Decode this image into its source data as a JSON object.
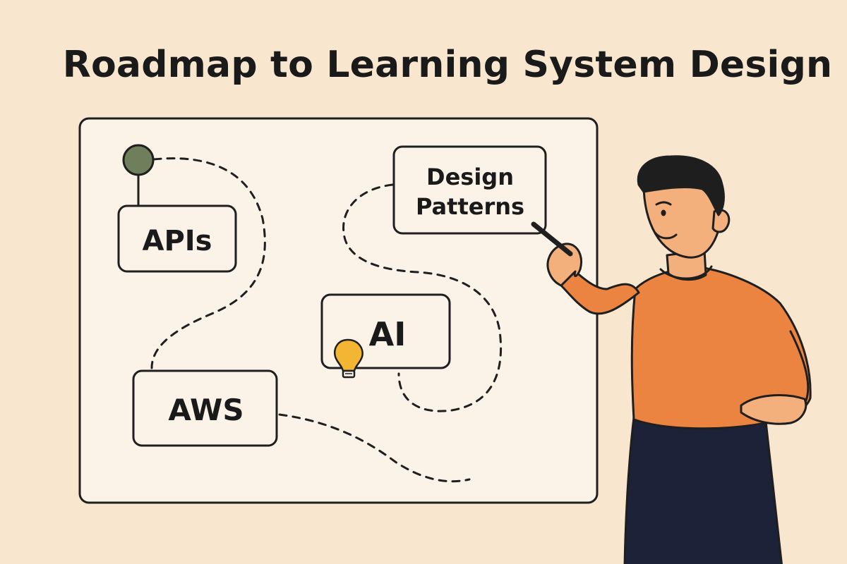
{
  "title": "Roadmap to Learning System Design",
  "nodes": {
    "apis": "APIs",
    "aws": "AWS",
    "ai": "AI",
    "design_patterns": [
      "Design",
      "Patterns"
    ]
  },
  "icons": {
    "start_marker": "start-circle",
    "idea": "lightbulb-icon",
    "pointer": "pen"
  },
  "colors": {
    "background": "#f8e6cf",
    "board": "#fbf3e8",
    "start_marker": "#6f7f5c",
    "lightbulb": "#f2b632",
    "shirt": "#ea8440",
    "skin": "#f4b07c",
    "pants": "#1c2238",
    "hair": "#1e1e1e"
  }
}
